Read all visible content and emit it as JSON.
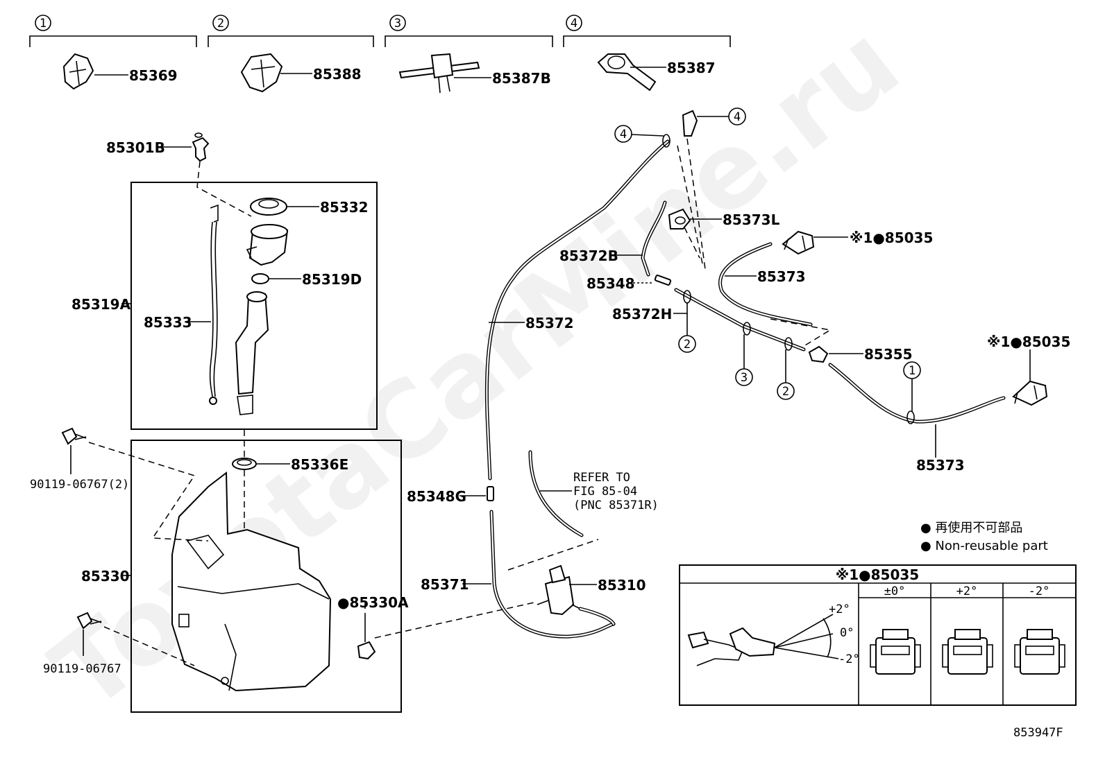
{
  "watermark": "ToyotaCarMine.ru",
  "figure_code": "853947F",
  "clip_groups": [
    {
      "index": "1",
      "part": "85369"
    },
    {
      "index": "2",
      "part": "85388"
    },
    {
      "index": "3",
      "part": "85387B"
    },
    {
      "index": "4",
      "part": "85387"
    }
  ],
  "parts": {
    "p85301B": "85301B",
    "p85332": "85332",
    "p85319D": "85319D",
    "p85319A": "85319A",
    "p85333": "85333",
    "p90119_06767_2": "90119-06767(2)",
    "p85336E": "85336E",
    "p85330": "85330",
    "p85330A": "●85330A",
    "p90119_06767": "90119-06767",
    "p85372": "85372",
    "p85372B": "85372B",
    "p85373L": "85373L",
    "p85348": "85348",
    "p85372H": "85372H",
    "p85373_top": "85373",
    "p85373_bottom": "85373",
    "p85355": "85355",
    "p85035_top": "※1●85035",
    "p85035_right": "※1●85035",
    "p85348G": "85348G",
    "p85371": "85371",
    "p85310": "85310"
  },
  "hose_markers": {
    "m4_left": "4",
    "m4_right": "4",
    "m2_a": "2",
    "m3": "3",
    "m2_b": "2",
    "m1": "1"
  },
  "refer": {
    "line1": "REFER TO",
    "line2": "FIG 85-04",
    "line3": "(PNC 85371R)"
  },
  "legend": {
    "jp": "● 再使用不可部品",
    "en": "● Non-reusable part"
  },
  "nozzle_table": {
    "title": "※1●85035",
    "columns": [
      "±0°",
      "+2°",
      "-2°"
    ],
    "angles": [
      "+2°",
      "0°",
      "-2°"
    ]
  }
}
